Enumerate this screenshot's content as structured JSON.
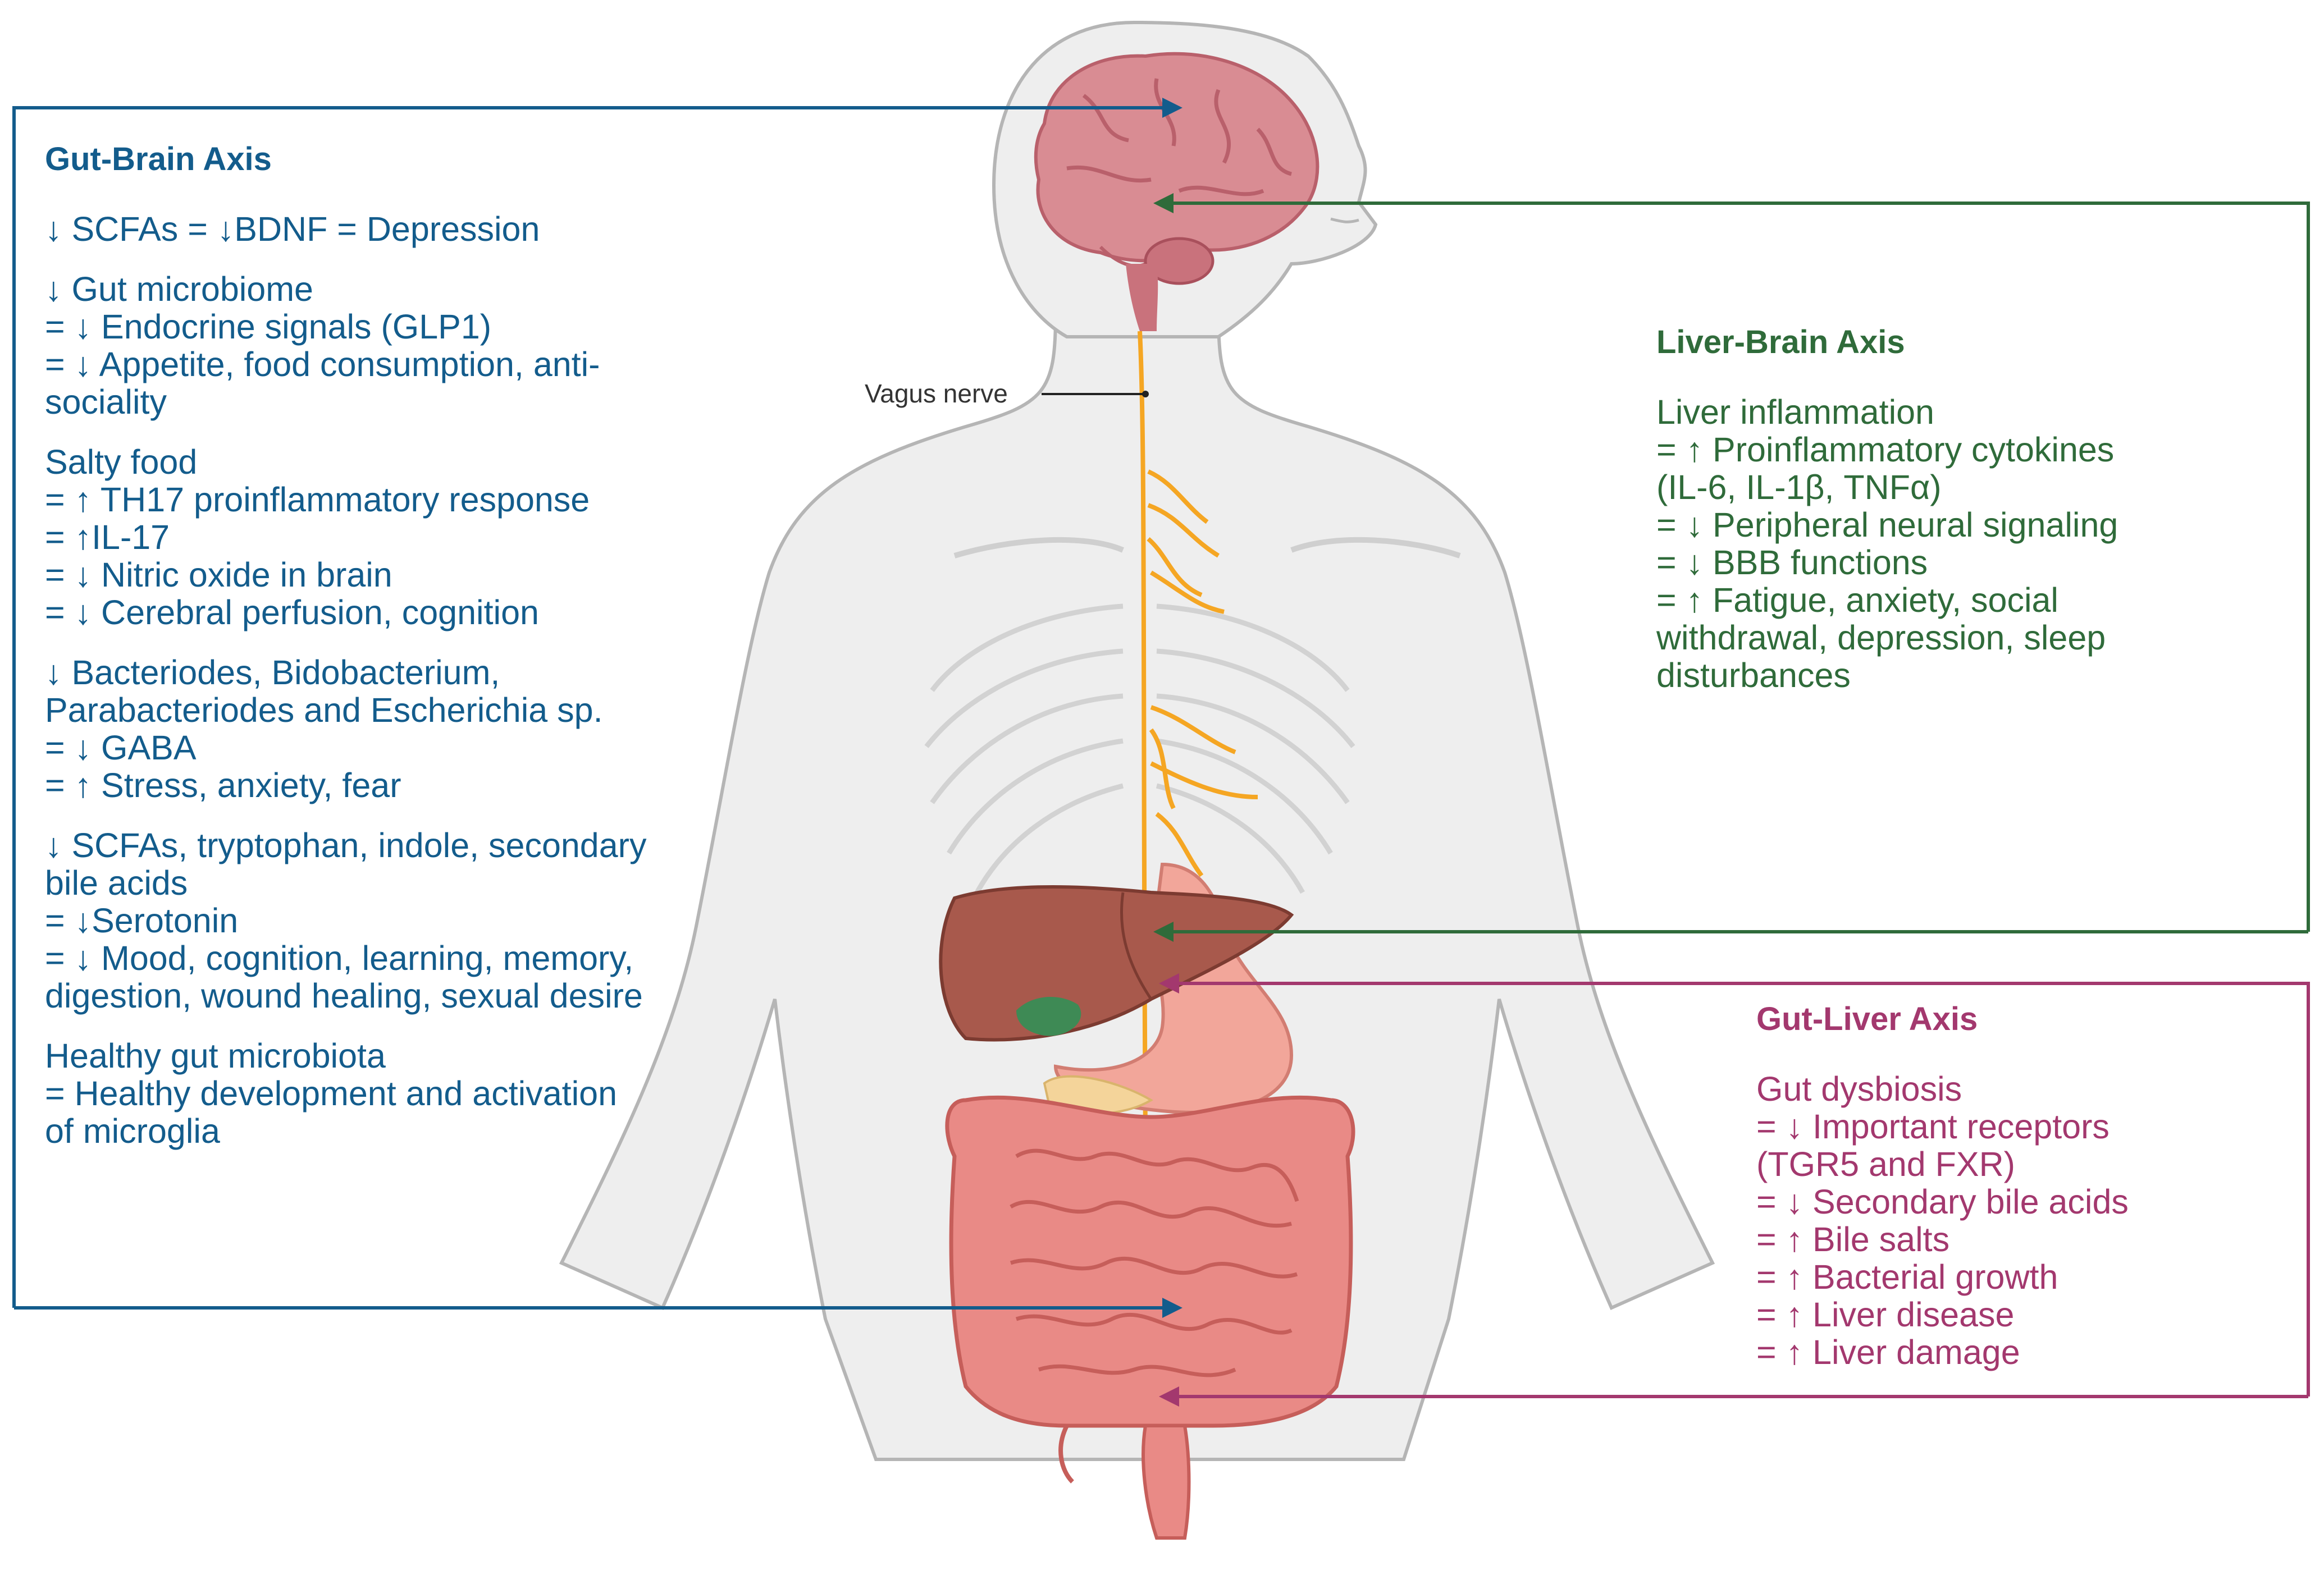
{
  "colors": {
    "gut_brain": "#135c8c",
    "liver_brain": "#2f6b3a",
    "gut_liver": "#a3386e",
    "body_fill": "#eeeeee",
    "body_outline": "#b5b5b5",
    "nerve": "#f5a623",
    "brain": "#d98c93",
    "liver": "#a8594c",
    "gallbladder": "#3e8a55",
    "stomach": "#f2a69a",
    "intestine": "#e98a86"
  },
  "icons": [
    "brain-icon",
    "liver-icon",
    "stomach-icon",
    "gallbladder-icon",
    "intestine-icon",
    "vagus-nerve-icon",
    "arrow-icon"
  ],
  "labels": {
    "vagus_nerve": "Vagus nerve"
  },
  "gut_brain": {
    "title": "Gut-Brain Axis",
    "blocks": [
      [
        "↓ SCFAs = ↓BDNF = Depression"
      ],
      [
        "↓ Gut microbiome",
        "= ↓ Endocrine signals (GLP1)",
        "= ↓ Appetite, food consumption, anti-",
        "sociality"
      ],
      [
        "Salty food",
        "= ↑ TH17 proinflammatory response",
        "= ↑IL-17",
        "= ↓ Nitric oxide in brain",
        "= ↓ Cerebral perfusion, cognition"
      ],
      [
        "↓ Bacteriodes, Bidobacterium,",
        "Parabacteriodes and Escherichia sp.",
        "= ↓ GABA",
        "= ↑ Stress, anxiety, fear"
      ],
      [
        "↓ SCFAs, tryptophan, indole, secondary",
        "bile acids",
        "= ↓Serotonin",
        "= ↓ Mood, cognition, learning, memory,",
        "digestion, wound healing, sexual desire"
      ],
      [
        "Healthy gut microbiota",
        "= Healthy development and activation",
        "of microglia"
      ]
    ]
  },
  "liver_brain": {
    "title": "Liver-Brain Axis",
    "blocks": [
      [
        "Liver inflammation",
        "= ↑ Proinflammatory cytokines",
        "(IL-6, IL-1β, TNFα)",
        "= ↓ Peripheral neural signaling",
        "= ↓ BBB functions",
        "= ↑ Fatigue, anxiety, social",
        "withdrawal, depression, sleep",
        "disturbances"
      ]
    ]
  },
  "gut_liver": {
    "title": "Gut-Liver Axis",
    "blocks": [
      [
        "Gut dysbiosis",
        "= ↓ Important receptors",
        "(TGR5 and FXR)",
        "= ↓ Secondary bile acids",
        "= ↑ Bile salts",
        "= ↑ Bacterial growth",
        "= ↑ Liver disease",
        "= ↑ Liver damage"
      ]
    ]
  }
}
